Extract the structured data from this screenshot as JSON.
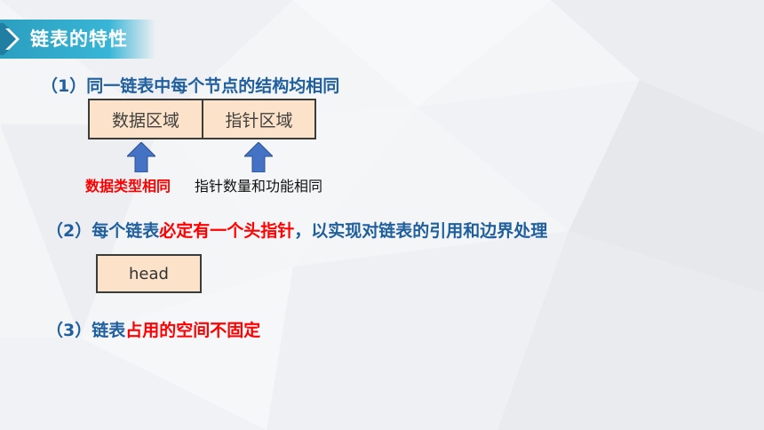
{
  "slide": {
    "title": "链表的特性"
  },
  "points": [
    {
      "num": "（1）",
      "parts": [
        {
          "text": "同一链表中每个节点的结构均相同",
          "highlight": false
        }
      ]
    },
    {
      "num": "（2）",
      "parts": [
        {
          "text": "每个链表",
          "highlight": false
        },
        {
          "text": "必定有一个头指针",
          "highlight": true
        },
        {
          "text": "，以实现对链表的引用和边界处理",
          "highlight": false
        }
      ]
    },
    {
      "num": "（3）",
      "parts": [
        {
          "text": "链表",
          "highlight": false
        },
        {
          "text": "占用的空间不固定",
          "highlight": true
        }
      ]
    }
  ],
  "node_diagram": {
    "data_field": "数据区域",
    "pointer_field": "指针区域",
    "data_note": "数据类型相同",
    "pointer_note": "指针数量和功能相同"
  },
  "head_box": {
    "label": "head"
  },
  "colors": {
    "heading": "#1f5f9e",
    "highlight": "#ff0000",
    "accent": "#38b5d6",
    "box_fill": "#fbe2c8",
    "arrow": "#4472c4"
  }
}
